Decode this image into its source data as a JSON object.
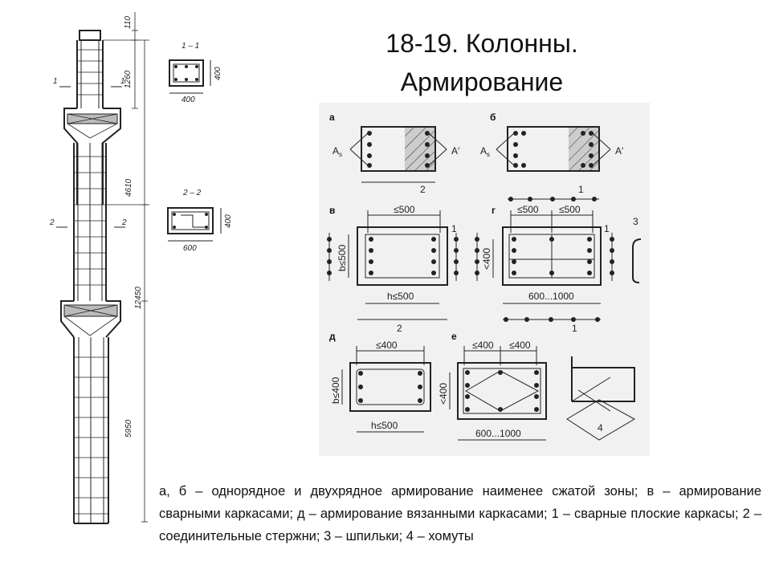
{
  "title": {
    "line1": "18-19. Колонны.",
    "line2": "Армирование"
  },
  "caption": "а, б – однорядное и двухрядное армирование наименее сжатой зоны; в – армирование сварными каркасами; д – армирование вязанными каркасами; 1 – сварные плоские каркасы; 2 – соединительные стержни; 3 – шпильки; 4 – хомуты",
  "column_drawing": {
    "dims": [
      "110",
      "1260",
      "4610",
      "12450",
      "5950"
    ],
    "section_marks": [
      "1",
      "1",
      "2",
      "2"
    ],
    "section_1": {
      "title": "1 – 1",
      "width": "400",
      "height": "400"
    },
    "section_2": {
      "title": "2 – 2",
      "width": "600",
      "height": "400"
    }
  },
  "schemes": {
    "labels": [
      "а",
      "б",
      "в",
      "г",
      "д",
      "е"
    ],
    "as_label": "A",
    "as_sub": "s",
    "as_prime": "A′",
    "le500": "≤500",
    "le400": "≤400",
    "b_le500": "b≤500",
    "b_le400": "b≤400",
    "h_le500": "h≤500",
    "lt400": "<400",
    "range": "600...1000",
    "num1": "1",
    "num2": "2",
    "num3": "3",
    "num4": "4"
  }
}
